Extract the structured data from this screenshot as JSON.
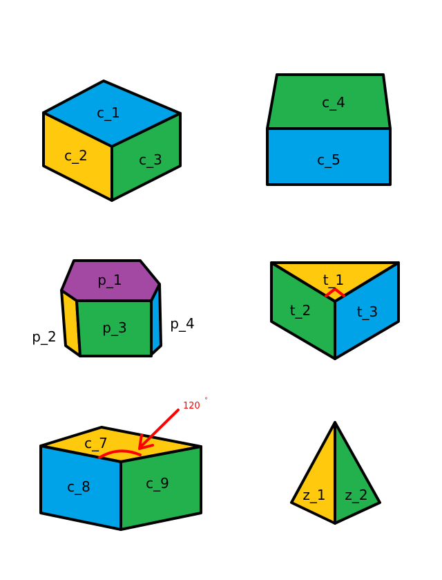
{
  "colors": {
    "blue": "#00a2e8",
    "yellow": "#ffc90e",
    "green": "#22b14c",
    "purple": "#a349a4",
    "outline": "#000000",
    "annotation": "#ff0000"
  },
  "cube_1": {
    "top": "c_1",
    "left": "c_2",
    "right": "c_3"
  },
  "box_2": {
    "top": "c_4",
    "front": "c_5"
  },
  "hex_prism": {
    "top": "p_1",
    "left": "p_2",
    "front": "p_3",
    "right": "p_4"
  },
  "tri_prism": {
    "top": "t_1",
    "left": "t_2",
    "right": "t_3"
  },
  "box_3": {
    "top": "c_7",
    "left": "c_8",
    "right": "c_9",
    "angle_value": "120",
    "angle_unit": "°"
  },
  "pyramid": {
    "left": "z_1",
    "right": "z_2"
  }
}
